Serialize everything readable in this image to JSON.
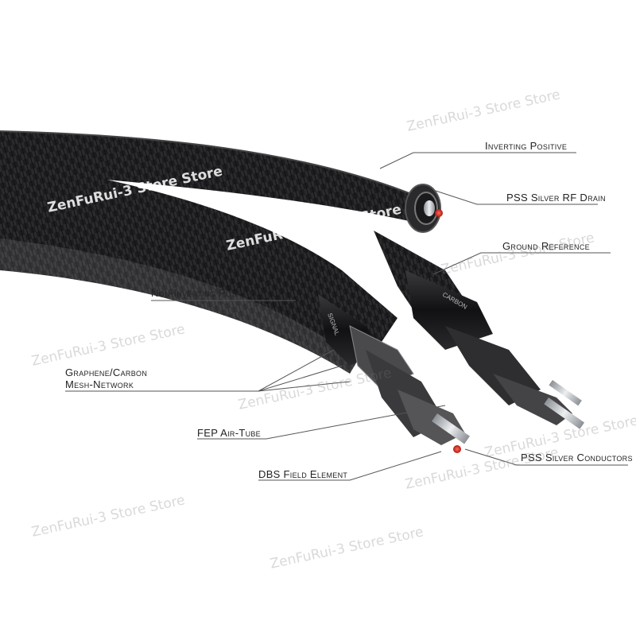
{
  "labels": {
    "inverting_positive": "Inverting Positive",
    "pss_silver_rf_drain": "PSS Silver RF Drain",
    "ground_reference": "Ground Reference",
    "non_inverting_positive": "Non-Inverting Positive",
    "graphene_carbon_line1": "Graphene/Carbon",
    "graphene_carbon_line2": "Mesh-Network",
    "fep_air_tube": "FEP Air-Tube",
    "dbs_field_element": "DBS Field Element",
    "pss_silver_conductors": "PSS Silver Conductors"
  },
  "sleeve_text": {
    "signal": "SIGNAL",
    "carbon": "CARBON"
  },
  "watermarks": [
    "ZenFuRui-3 Store Store",
    "ZenFuRui-3 Store Store",
    "ZenFuRui-3 Store Store",
    "ZenFuRui-3 Store Store",
    "ZenFuRui-3 Store Store",
    "ZenFuRui-3 Store Store",
    "ZenFuRui-3 Store Store",
    "ZenFuRui-3 Store Store",
    "ZenFuRui-3 Store Store",
    "ZenFuRui-3 Store Store"
  ],
  "colors": {
    "background": "#ffffff",
    "cable_braid": "#1c1c1e",
    "conductor_silver": "#c9ccd0",
    "tip_red": "#d9302a",
    "callout_line": "#555555"
  }
}
